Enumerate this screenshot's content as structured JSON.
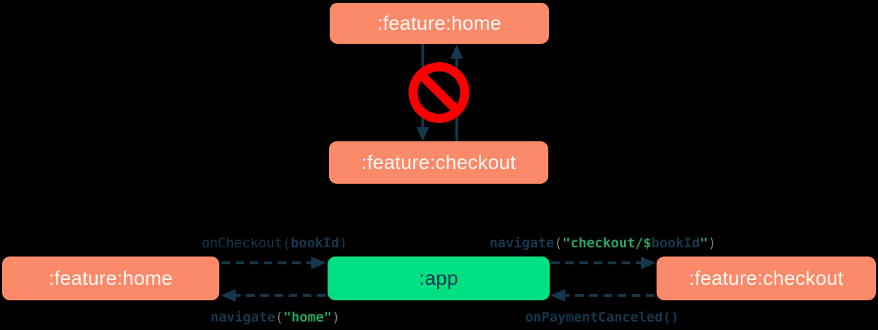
{
  "page": {
    "background": "#000000"
  },
  "colors": {
    "feature_module_box": "#FA8A6A",
    "app_module_box": "#00DF82",
    "arrow_navy": "#16374E",
    "code_navy": "#16374E",
    "code_string_green": "#28A35C",
    "code_paren_gray": "#7E7E7E",
    "no_entry_red": "#FA0000",
    "feature_box_text": "#FFF7F3"
  },
  "top_diagram": {
    "home_module": ":feature:home",
    "checkout_module": ":feature:checkout",
    "no_entry_icon": "no-entry-sign"
  },
  "bottom_diagram": {
    "home_module": ":feature:home",
    "app_module": ":app",
    "checkout_module": ":feature:checkout",
    "calls": {
      "on_checkout": {
        "fn": "onCheckout",
        "open": "(",
        "arg": "bookId",
        "close": ")"
      },
      "navigate_checkout": {
        "fn": "navigate",
        "open": "(",
        "str_head": "\"checkout/$",
        "arg": "bookId",
        "str_tail": "\"",
        "close": ")"
      },
      "navigate_home": {
        "fn": "navigate",
        "open": "(",
        "str": "\"home\"",
        "close": ")"
      },
      "on_payment_canceled": {
        "fn": "onPaymentCanceled",
        "parens": "()"
      }
    }
  }
}
